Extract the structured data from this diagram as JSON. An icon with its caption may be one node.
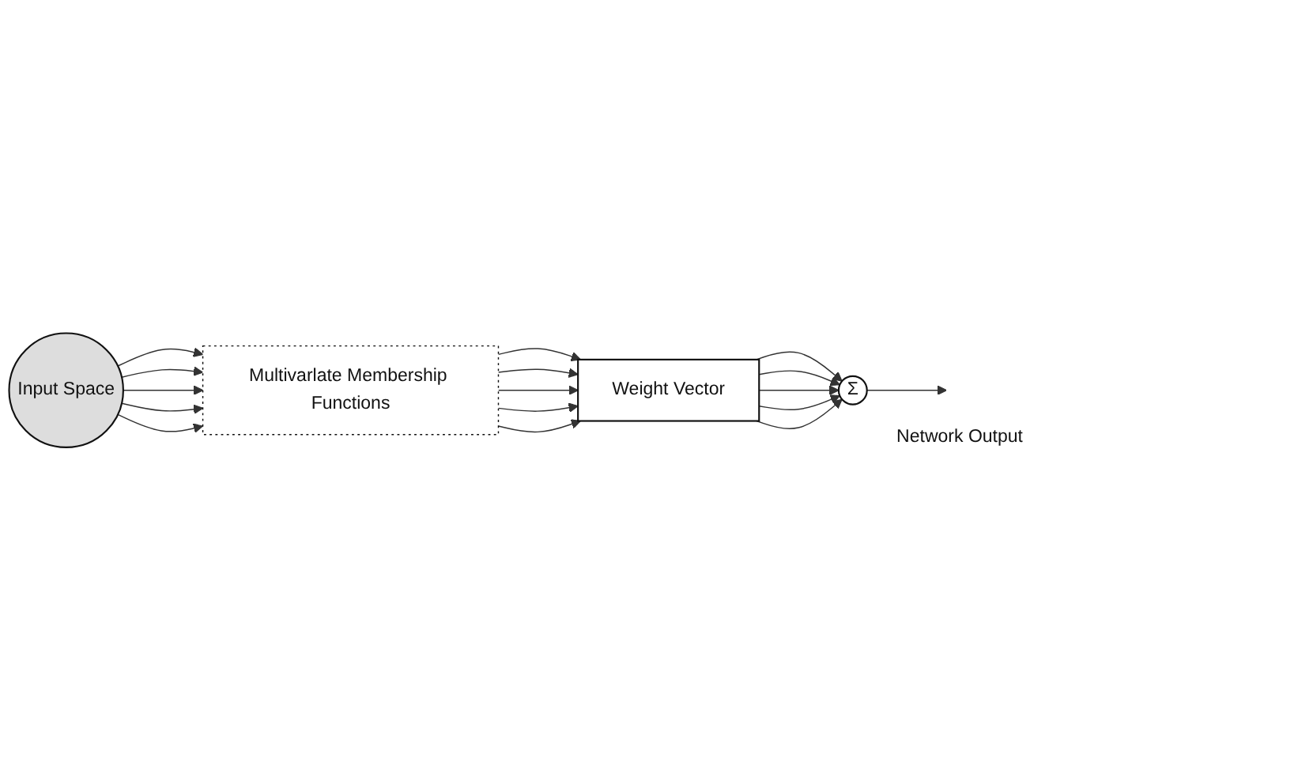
{
  "diagram": {
    "nodes": [
      {
        "text": [
          "Input Space"
        ]
      },
      {
        "text": [
          "Multivarlate Membership Functions"
        ]
      },
      {
        "text": [
          "Weight Vector"
        ]
      },
      {
        "text": [
          "Σ"
        ],
        "beside": [
          "Network Output"
        ]
      }
    ],
    "edges": [
      {
        "from": 0,
        "to": 1,
        "arrow": "to"
      },
      {
        "from": 0,
        "to": 1,
        "arrow": "to"
      },
      {
        "from": 0,
        "to": 1,
        "arrow": "to"
      },
      {
        "from": 0,
        "to": 1,
        "arrow": "to"
      },
      {
        "from": 0,
        "to": 1,
        "arrow": "to"
      },
      {
        "from": 1,
        "to": 2,
        "arrow": "to"
      },
      {
        "from": 1,
        "to": 2,
        "arrow": "to"
      },
      {
        "from": 1,
        "to": 2,
        "arrow": "to"
      },
      {
        "from": 1,
        "to": 2,
        "arrow": "to"
      },
      {
        "from": 1,
        "to": 2,
        "arrow": "to"
      },
      {
        "from": 2,
        "to": 3,
        "arrow": "to"
      },
      {
        "from": 2,
        "to": 3,
        "arrow": "to"
      },
      {
        "from": 2,
        "to": 3,
        "arrow": "to"
      },
      {
        "from": 2,
        "to": 3,
        "arrow": "to"
      },
      {
        "from": 2,
        "to": 3,
        "arrow": "to"
      },
      {
        "from": 3,
        "to": null,
        "arrow": "to"
      }
    ]
  }
}
